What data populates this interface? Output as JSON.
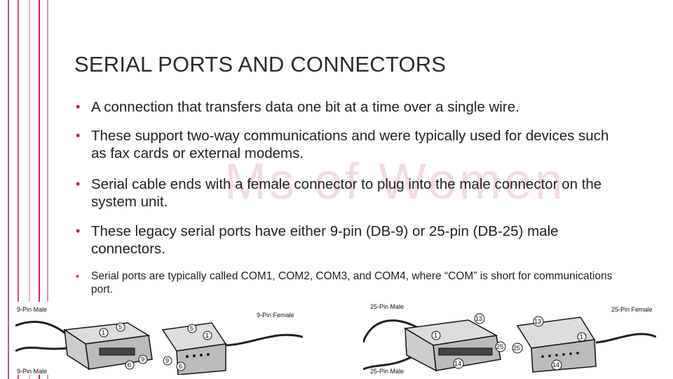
{
  "slide": {
    "title": "SERIAL PORTS AND CONNECTORS",
    "watermark": "Ms of Women",
    "accent_color": "#c2185b",
    "bullets": [
      "A connection that transfers data one bit at a time over a single wire.",
      "These support two-way communications and were typically used for devices such as fax cards or external modems.",
      "Serial cable ends with a female connector to plug into the male connector on the system unit.",
      "These legacy serial ports have either 9-pin (DB-9) or 25-pin (DB-25) male connectors.",
      "Serial ports are typically called COM1, COM2, COM3, and COM4, where “COM” is short for communications port."
    ],
    "bullet_glyph": "•"
  },
  "diagrams": {
    "nine_male": {
      "label": "9-Pin Male",
      "bottom_label": "9-Pin Male",
      "pins": [
        "1",
        "5",
        "6",
        "9"
      ]
    },
    "nine_female": {
      "label": "9-Pin Female",
      "pins": [
        "5",
        "1",
        "9",
        "6"
      ]
    },
    "twentyfive_male": {
      "label": "25-Pin Male",
      "bottom_label": "25-Pin Male",
      "pins": [
        "13",
        "1",
        "25",
        "14"
      ]
    },
    "twentyfive_female": {
      "label": "25-Pin Female",
      "pins": [
        "13",
        "1",
        "25",
        "14"
      ]
    }
  }
}
